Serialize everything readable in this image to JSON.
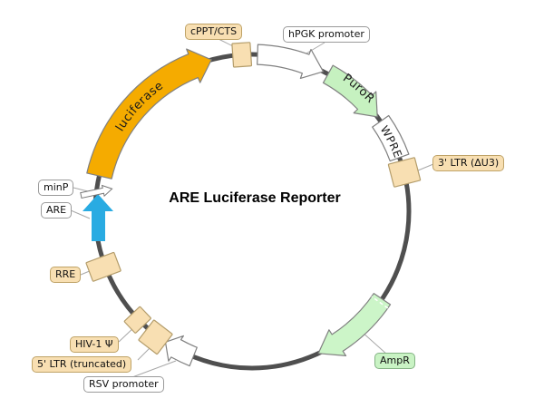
{
  "plasmid": {
    "name": "ARE Luciferase Reporter",
    "backbone_color": "#4f4f4f",
    "features": {
      "luciferase": {
        "label": "luciferase",
        "type": "CDS-arrow",
        "direction": "clockwise",
        "fill": "#f5ab00"
      },
      "cppt": {
        "label": "cPPT/CTS",
        "type": "box",
        "fill": "#f8dfb2"
      },
      "hpgk": {
        "label": "hPGK promoter",
        "type": "promoter-arrow",
        "direction": "clockwise",
        "fill": "#ffffff"
      },
      "puror": {
        "label": "PuroR",
        "type": "CDS-arrow",
        "direction": "clockwise",
        "fill": "#c6f1c0"
      },
      "wpre": {
        "label": "WPRE",
        "type": "box",
        "fill": "#ffffff"
      },
      "ltr3": {
        "label": "3' LTR (ΔU3)",
        "type": "box",
        "fill": "#f8dfb2"
      },
      "ampr": {
        "label": "AmpR",
        "type": "CDS-arrow",
        "direction": "clockwise",
        "fill": "#ccf5c8"
      },
      "rsv": {
        "label": "RSV promoter",
        "type": "promoter-arrow",
        "direction": "clockwise",
        "fill": "#ffffff"
      },
      "ltr5": {
        "label": "5' LTR (truncated)",
        "type": "box",
        "fill": "#f8dfb2"
      },
      "psi": {
        "label": "HIV-1 Ψ",
        "type": "box",
        "fill": "#f8dfb2"
      },
      "rre": {
        "label": "RRE",
        "type": "box",
        "fill": "#f8dfb2"
      },
      "minp": {
        "label": "minP",
        "type": "promoter-arrow",
        "direction": "clockwise",
        "fill": "#ffffff"
      },
      "are": {
        "label": "ARE",
        "type": "response-element-arrow",
        "direction": "up",
        "fill": "#29abe2"
      }
    }
  }
}
